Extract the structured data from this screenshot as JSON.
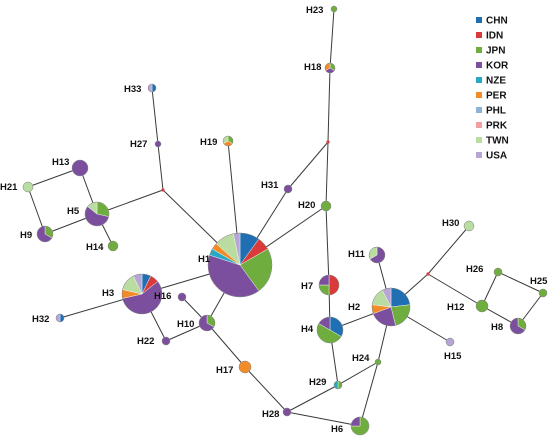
{
  "legend": [
    {
      "key": "CHN",
      "label": "CHN",
      "color": "#1f6fb2"
    },
    {
      "key": "IDN",
      "label": "IDN",
      "color": "#d93b3b"
    },
    {
      "key": "JPN",
      "label": "JPN",
      "color": "#6fae3e"
    },
    {
      "key": "KOR",
      "label": "KOR",
      "color": "#7c4f9e"
    },
    {
      "key": "NZE",
      "label": "NZE",
      "color": "#26a9c4"
    },
    {
      "key": "PER",
      "label": "PER",
      "color": "#f28c28"
    },
    {
      "key": "PHL",
      "label": "PHL",
      "color": "#8eb3d9"
    },
    {
      "key": "PRK",
      "label": "PRK",
      "color": "#f0a0a0"
    },
    {
      "key": "TWN",
      "label": "TWN",
      "color": "#b9dca0"
    },
    {
      "key": "USA",
      "label": "USA",
      "color": "#b7a6d3"
    }
  ],
  "haplotypes": [
    {
      "id": "H1",
      "label": "H1",
      "composition": {
        "CHN": 3,
        "IDN": 2,
        "JPN": 7,
        "KOR": 12,
        "NZE": 1,
        "PER": 1,
        "TWN": 3,
        "USA": 1
      }
    },
    {
      "id": "H2",
      "label": "H2",
      "composition": {
        "CHN": 3,
        "JPN": 3,
        "KOR": 3,
        "PER": 1,
        "TWN": 2,
        "USA": 1
      }
    },
    {
      "id": "H3",
      "label": "H3",
      "composition": {
        "CHN": 1,
        "IDN": 1,
        "KOR": 8,
        "PER": 1,
        "TWN": 2,
        "USA": 1
      }
    },
    {
      "id": "H4",
      "label": "H4",
      "composition": {
        "CHN": 2,
        "JPN": 3,
        "KOR": 1
      }
    },
    {
      "id": "H5",
      "label": "H5",
      "composition": {
        "KOR": 4,
        "JPN": 2,
        "TWN": 1
      }
    },
    {
      "id": "H6",
      "label": "H6",
      "composition": {
        "JPN": 3,
        "KOR": 1
      }
    },
    {
      "id": "H7",
      "label": "H7",
      "composition": {
        "IDN": 2,
        "JPN": 1,
        "KOR": 1
      }
    },
    {
      "id": "H8",
      "label": "H8",
      "composition": {
        "KOR": 2,
        "JPN": 1
      }
    },
    {
      "id": "H9",
      "label": "H9",
      "composition": {
        "KOR": 2,
        "JPN": 1
      }
    },
    {
      "id": "H10",
      "label": "H10",
      "composition": {
        "KOR": 2,
        "JPN": 1
      }
    },
    {
      "id": "H11",
      "label": "H11",
      "composition": {
        "KOR": 2,
        "TWN": 1
      }
    },
    {
      "id": "H12",
      "label": "H12",
      "composition": {
        "JPN": 1
      }
    },
    {
      "id": "H13",
      "label": "H13",
      "composition": {
        "KOR": 1
      }
    },
    {
      "id": "H14",
      "label": "H14",
      "composition": {
        "JPN": 1
      }
    },
    {
      "id": "H15",
      "label": "H15",
      "composition": {
        "USA": 1
      }
    },
    {
      "id": "H16",
      "label": "H16",
      "composition": {
        "KOR": 1
      }
    },
    {
      "id": "H17",
      "label": "H17",
      "composition": {
        "PER": 1
      }
    },
    {
      "id": "H18",
      "label": "H18",
      "composition": {
        "JPN": 1,
        "PER": 1,
        "KOR": 1
      }
    },
    {
      "id": "H19",
      "label": "H19",
      "composition": {
        "PER": 1,
        "JPN": 1,
        "TWN": 1
      }
    },
    {
      "id": "H20",
      "label": "H20",
      "composition": {
        "JPN": 1
      }
    },
    {
      "id": "H21",
      "label": "H21",
      "composition": {
        "TWN": 1
      }
    },
    {
      "id": "H22",
      "label": "H22",
      "composition": {
        "KOR": 1
      }
    },
    {
      "id": "H23",
      "label": "H23",
      "composition": {
        "JPN": 1
      }
    },
    {
      "id": "H24",
      "label": "H24",
      "composition": {
        "JPN": 1
      }
    },
    {
      "id": "H25",
      "label": "H25",
      "composition": {
        "JPN": 1
      }
    },
    {
      "id": "H26",
      "label": "H26",
      "composition": {
        "JPN": 1
      }
    },
    {
      "id": "H27",
      "label": "H27",
      "composition": {
        "KOR": 1
      }
    },
    {
      "id": "H28",
      "label": "H28",
      "composition": {
        "KOR": 1
      }
    },
    {
      "id": "H29",
      "label": "H29",
      "composition": {
        "NZE": 1,
        "JPN": 1
      }
    },
    {
      "id": "H30",
      "label": "H30",
      "composition": {
        "TWN": 1
      }
    },
    {
      "id": "H31",
      "label": "H31",
      "composition": {
        "KOR": 1
      }
    },
    {
      "id": "H32",
      "label": "H32",
      "composition": {
        "CHN": 1,
        "USA": 1
      }
    },
    {
      "id": "H33",
      "label": "H33",
      "composition": {
        "CHN": 1,
        "USA": 1
      }
    }
  ],
  "median_vectors": [
    "mv1",
    "mv2",
    "mv3"
  ],
  "links": [
    [
      "H1",
      "mv1"
    ],
    [
      "mv1",
      "H5"
    ],
    [
      "mv1",
      "H27"
    ],
    [
      "H27",
      "H33"
    ],
    [
      "H5",
      "H13"
    ],
    [
      "H5",
      "H9"
    ],
    [
      "H5",
      "H14"
    ],
    [
      "H13",
      "H21"
    ],
    [
      "H21",
      "H9"
    ],
    [
      "H1",
      "H19"
    ],
    [
      "H1",
      "H31"
    ],
    [
      "H31",
      "mv2"
    ],
    [
      "mv2",
      "H18"
    ],
    [
      "H18",
      "H23"
    ],
    [
      "H1",
      "H20"
    ],
    [
      "H20",
      "mv2"
    ],
    [
      "H20",
      "H7"
    ],
    [
      "H7",
      "H4"
    ],
    [
      "H1",
      "H3"
    ],
    [
      "H3",
      "H32"
    ],
    [
      "H3",
      "H22"
    ],
    [
      "H22",
      "H10"
    ],
    [
      "H1",
      "H10"
    ],
    [
      "H10",
      "H16"
    ],
    [
      "H10",
      "H17"
    ],
    [
      "H17",
      "H28"
    ],
    [
      "H28",
      "H29"
    ],
    [
      "H28",
      "H6"
    ],
    [
      "H29",
      "H4"
    ],
    [
      "H29",
      "H24"
    ],
    [
      "H6",
      "H24"
    ],
    [
      "H24",
      "H2"
    ],
    [
      "H4",
      "H2"
    ],
    [
      "H2",
      "H11"
    ],
    [
      "H2",
      "H15"
    ],
    [
      "H2",
      "mv3"
    ],
    [
      "mv3",
      "H30"
    ],
    [
      "mv3",
      "H12"
    ],
    [
      "H12",
      "H26"
    ],
    [
      "H12",
      "H8"
    ],
    [
      "H26",
      "H25"
    ],
    [
      "H25",
      "H8"
    ]
  ]
}
